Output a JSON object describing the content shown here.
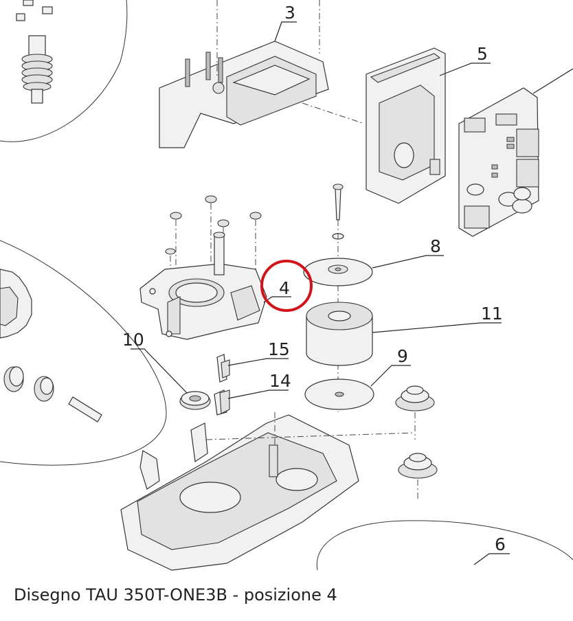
{
  "diagram": {
    "caption": "Disegno TAU 350T-ONE3B - posizione 4",
    "highlighted_position": "4",
    "highlight_color": "#d0141a",
    "callouts": [
      {
        "id": "3",
        "text": "3"
      },
      {
        "id": "5",
        "text": "5"
      },
      {
        "id": "8",
        "text": "8"
      },
      {
        "id": "4",
        "text": "4"
      },
      {
        "id": "11",
        "text": "11"
      },
      {
        "id": "10",
        "text": "10"
      },
      {
        "id": "15",
        "text": "15"
      },
      {
        "id": "9",
        "text": "9"
      },
      {
        "id": "14",
        "text": "14"
      },
      {
        "id": "6",
        "text": "6"
      }
    ]
  }
}
